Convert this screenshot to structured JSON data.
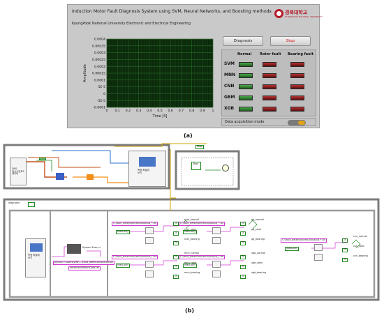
{
  "front_panel": {
    "title": "Induction Motor Fault Diagnosis System using SVM, Neural Networks, and Boosting methods",
    "subtitle": "KyungPook National University Electronic and Electrical Engineering",
    "logo": {
      "text": "경북대학교",
      "subtext": "KYUNGPOOK NATIONAL UNIVERSITY"
    },
    "buttons": {
      "diagnosis": "Diagnosis",
      "stop": "Stop"
    },
    "status_columns": [
      "Normal",
      "Rotor fault",
      "Bearing fault"
    ],
    "models": [
      {
        "name": "SVM",
        "states": [
          "on",
          "off",
          "off"
        ]
      },
      {
        "name": "MNN",
        "states": [
          "on",
          "off",
          "off"
        ]
      },
      {
        "name": "CNN",
        "states": [
          "on",
          "off",
          "off"
        ]
      },
      {
        "name": "GBM",
        "states": [
          "on",
          "off",
          "off"
        ]
      },
      {
        "name": "XGB",
        "states": [
          "on",
          "off",
          "off"
        ]
      }
    ],
    "acquisition": {
      "label": "Data acquisition mode",
      "enabled": true
    },
    "colors": {
      "led_on": "#2e7d2e",
      "led_off": "#8a1a1a",
      "stop_text": "#d41414",
      "plot_bg": "#0c2a0c"
    }
  },
  "chart_data": {
    "type": "line",
    "xlabel": "Time [S]",
    "ylabel": "Amplitude",
    "xlim": [
      0,
      1
    ],
    "ylim": [
      -0.0001,
      0.0004
    ],
    "x_ticks": [
      "0",
      "0.1",
      "0.2",
      "0.3",
      "0.4",
      "0.5",
      "0.6",
      "0.7",
      "0.8",
      "0.9",
      "1"
    ],
    "y_ticks": [
      "0.0004",
      "0.00035",
      "0.0003",
      "0.00025",
      "0.0002",
      "0.00015",
      "0.0001",
      "5E-5",
      "0",
      "-5E-5",
      "-0.0001"
    ],
    "series": [
      {
        "x": [],
        "y": []
      }
    ],
    "grid": true
  },
  "captions": {
    "a": "(a)",
    "b": "(b)"
  },
  "block_diagram": {
    "daq": "DAQ\n어시스턴트2\n데이터",
    "stop_label": "Stop",
    "stop_tag": "Stop",
    "diagnosis_label": "diagnosis",
    "measure_file": "측정 파일에\n쓰기",
    "system_exec": "System Exec.vi",
    "python_cmd": "python c:\\users\\ylee\\...\\Fault_detection\\python.py",
    "path": "C:/Users/.../Fault_detection/Motor/Data",
    "path2": "detection\\Motor\\Data.txt",
    "result_file": "C:\\fault_detection\\result\\output_*.txt",
    "read_only": "read-only",
    "outputs": [
      "svm_normal",
      "svm_rotor",
      "svm_bearing",
      "mnn_normal",
      "mnn_rotor",
      "mnn_bearing",
      "gb_normal",
      "gb_rotor",
      "gb_bearing",
      "xgb_normal",
      "xgb_rotor",
      "xgb_bearing",
      "cnn_normal",
      "cnn_rotor",
      "cnn_bearing"
    ],
    "true_tag": "TRUE",
    "bool_tag": "TF"
  }
}
